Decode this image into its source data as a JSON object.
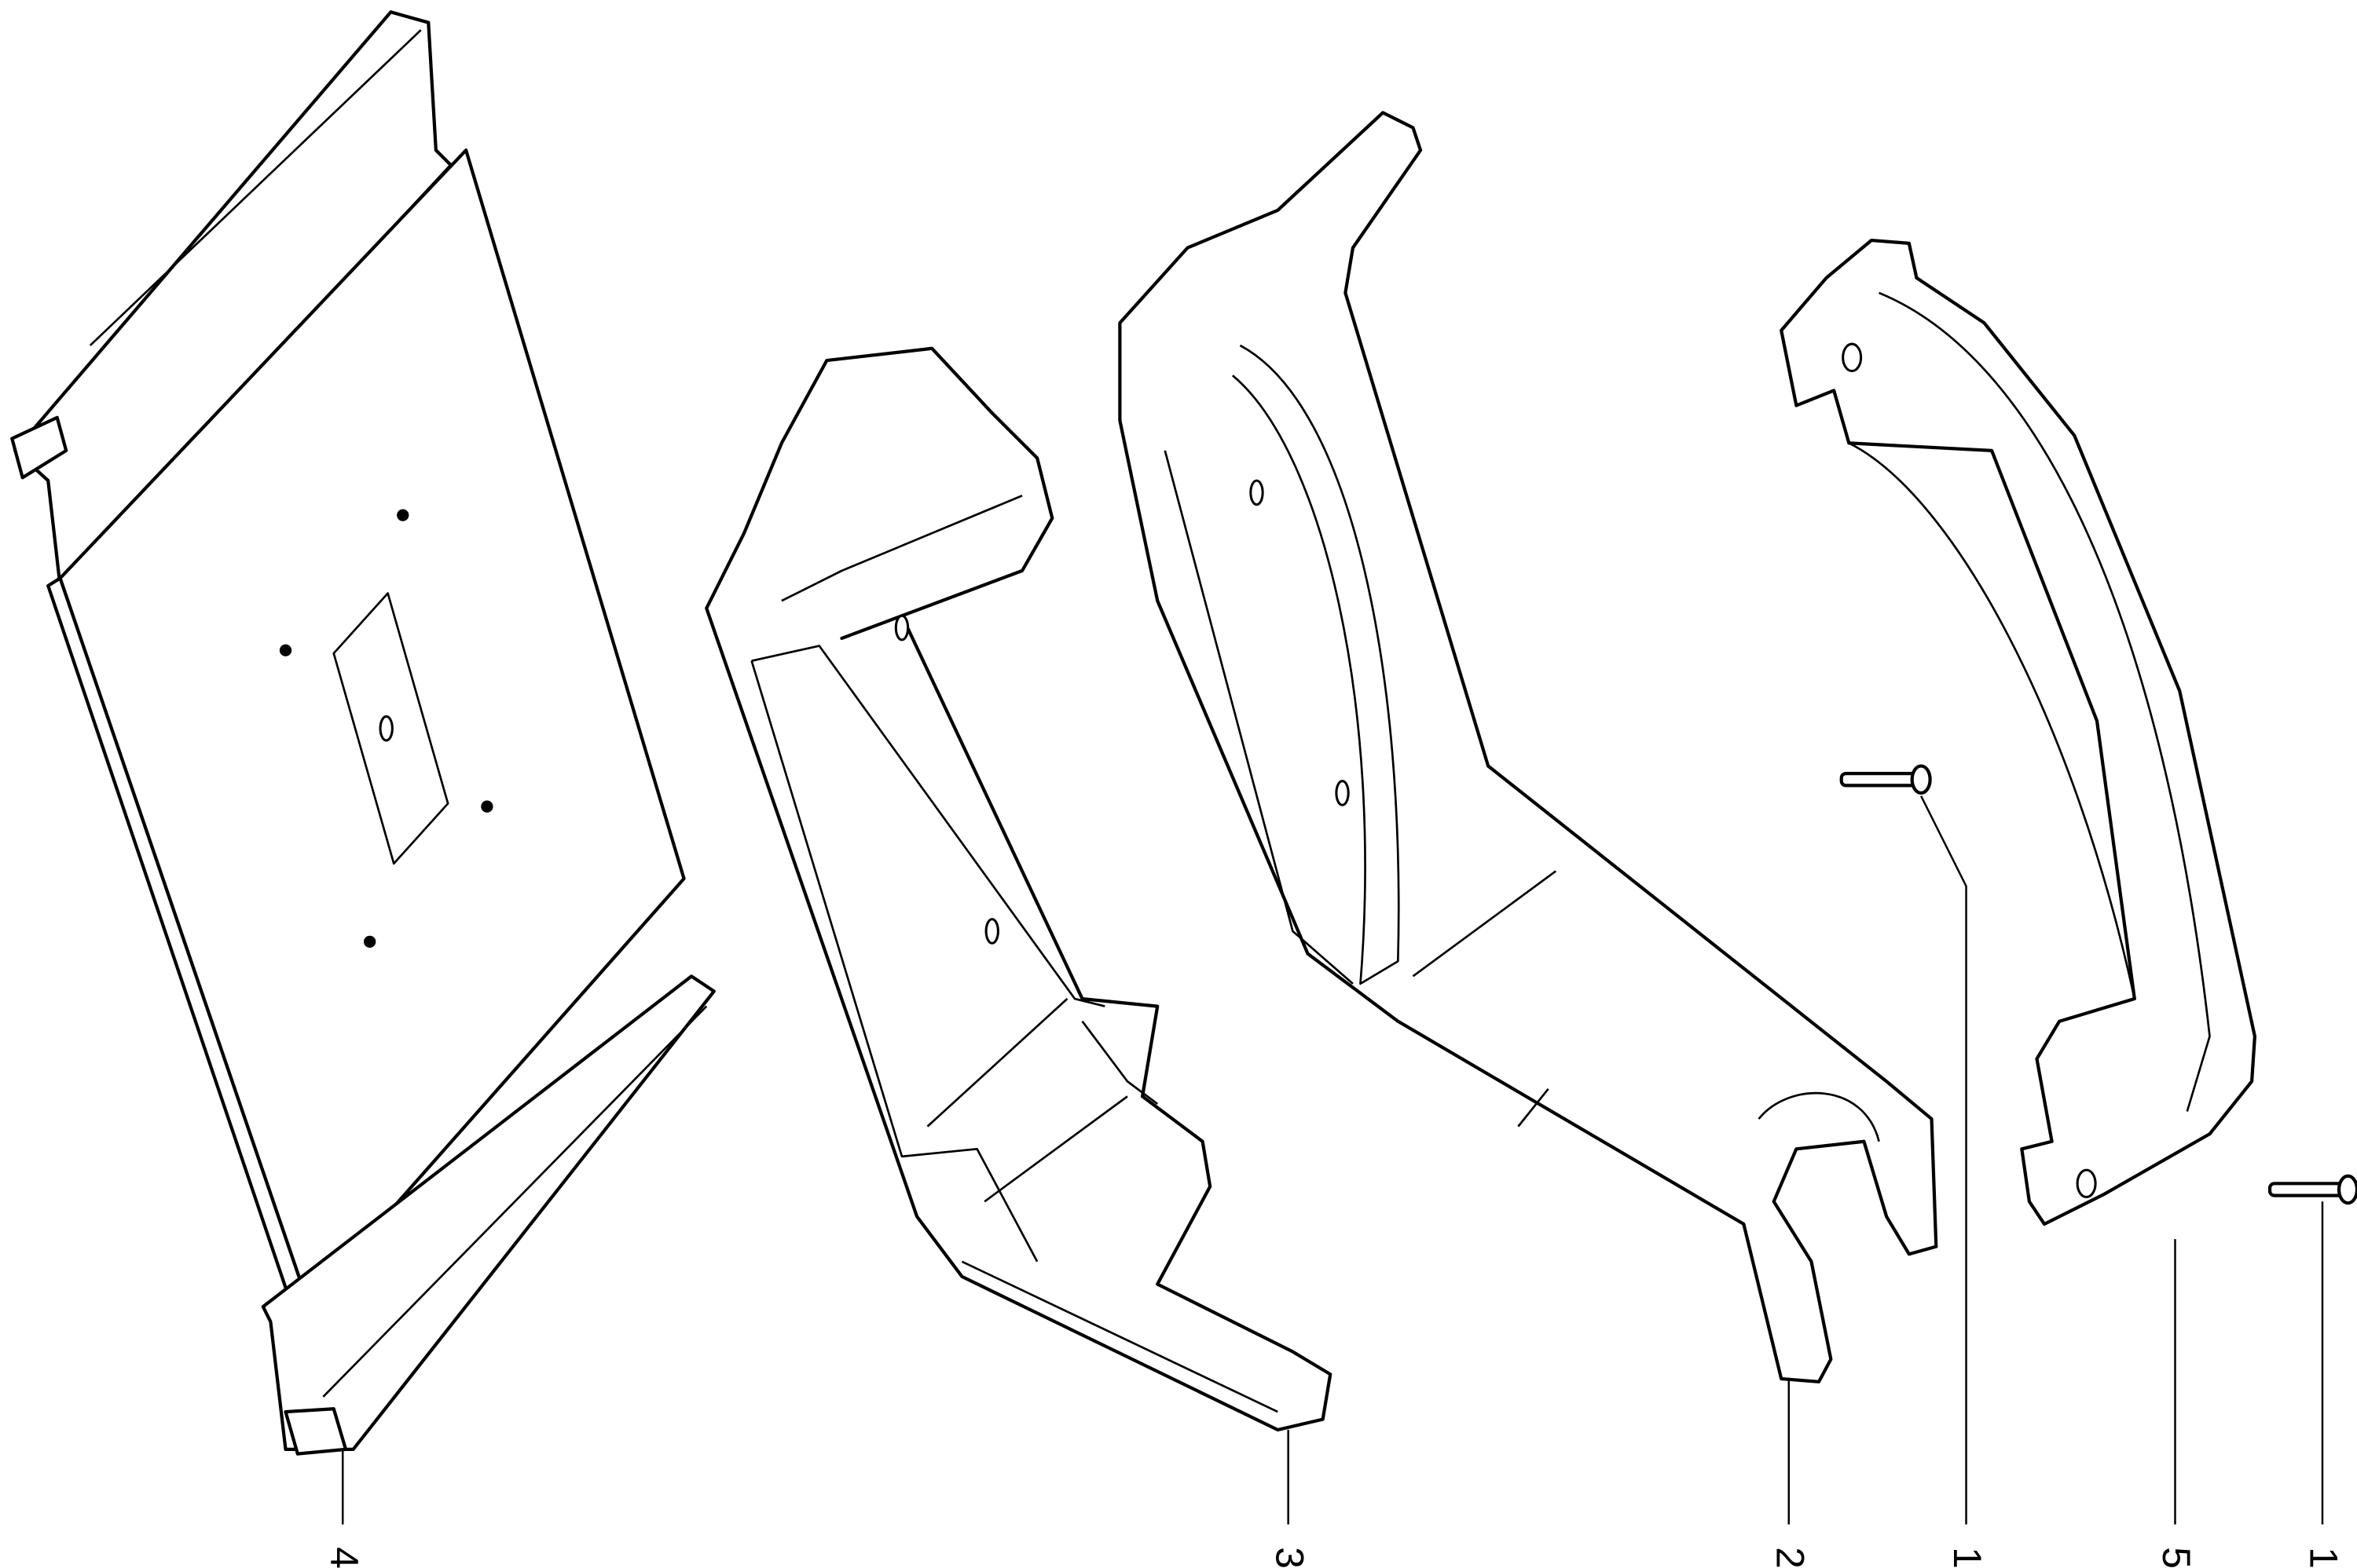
{
  "callouts": [
    {
      "id": "plate",
      "label": "4"
    },
    {
      "id": "inner-bracket",
      "label": "3"
    },
    {
      "id": "main-bracket",
      "label": "2"
    },
    {
      "id": "screw-left",
      "label": "1"
    },
    {
      "id": "handle",
      "label": "5"
    },
    {
      "id": "screw-right",
      "label": "1"
    }
  ]
}
